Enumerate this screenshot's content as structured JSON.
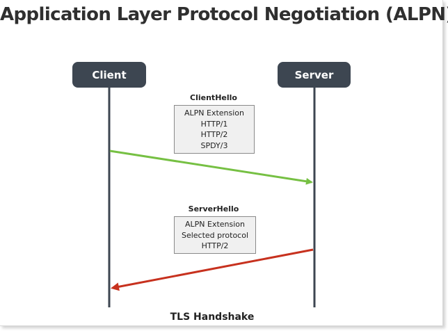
{
  "title": "Application Layer Protocol Negotiation (ALPN)",
  "actors": {
    "client": "Client",
    "server": "Server"
  },
  "messages": {
    "client_hello": {
      "label": "ClientHello",
      "lines": [
        "ALPN Extension",
        "HTTP/1",
        "HTTP/2",
        "SPDY/3"
      ]
    },
    "server_hello": {
      "label": "ServerHello",
      "lines": [
        "ALPN Extension",
        "Selected protocol",
        "HTTP/2"
      ]
    }
  },
  "footer": "TLS Handshake",
  "colors": {
    "actor_fill": "#3d4651",
    "lifeline": "#3d4651",
    "client_hello_arrow": "#76c043",
    "server_hello_arrow": "#c7311e"
  }
}
